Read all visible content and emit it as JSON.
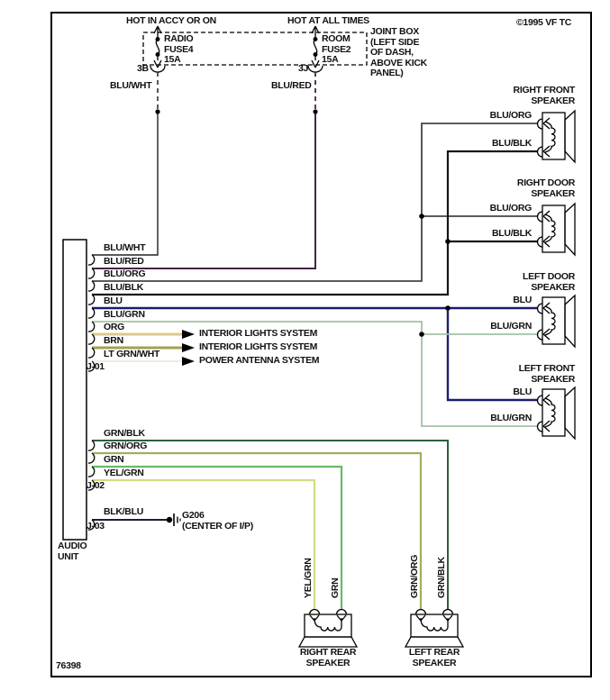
{
  "meta": {
    "copyright": "©1995 VF TC",
    "diagram_number": "76398"
  },
  "power": {
    "hot_left": "HOT IN ACCY OR ON",
    "hot_right": "HOT AT ALL TIMES",
    "joint_box": "JOINT BOX\n(LEFT SIDE\nOF DASH,\nABOVE KICK\nPANEL)",
    "fuse_left": {
      "name": "RADIO\nFUSE4\n15A",
      "terminal": "3B",
      "wire": "BLU/WHT"
    },
    "fuse_right": {
      "name": "ROOM\nFUSE2\n15A",
      "terminal": "3J",
      "wire": "BLU/RED"
    }
  },
  "audio_unit": {
    "label": "AUDIO\nUNIT",
    "j01": {
      "id": "J-01",
      "pins": [
        "BLU/WHT",
        "BLU/RED",
        "BLU/ORG",
        "BLU/BLK",
        "BLU",
        "BLU/GRN",
        "ORG",
        "BRN",
        "LT GRN/WHT"
      ]
    },
    "j02": {
      "id": "J-02",
      "pins": [
        "GRN/BLK",
        "GRN/ORG",
        "GRN",
        "YEL/GRN"
      ]
    },
    "j03": {
      "id": "J-03",
      "pins": [
        "BLK/BLU"
      ]
    }
  },
  "systems": {
    "interior_lights_1": "INTERIOR LIGHTS SYSTEM",
    "interior_lights_2": "INTERIOR LIGHTS SYSTEM",
    "power_antenna": "POWER ANTENNA SYSTEM"
  },
  "ground": {
    "id": "G206",
    "location": "(CENTER OF I/P)"
  },
  "speakers": {
    "right_front": {
      "label": "RIGHT FRONT\nSPEAKER",
      "wire_top": "BLU/ORG",
      "wire_bottom": "BLU/BLK"
    },
    "right_door": {
      "label": "RIGHT DOOR\nSPEAKER",
      "wire_top": "BLU/ORG",
      "wire_bottom": "BLU/BLK"
    },
    "left_door": {
      "label": "LEFT DOOR\nSPEAKER",
      "wire_top": "BLU",
      "wire_bottom": "BLU/GRN"
    },
    "left_front": {
      "label": "LEFT FRONT\nSPEAKER",
      "wire_top": "BLU",
      "wire_bottom": "BLU/GRN"
    },
    "right_rear": {
      "label": "RIGHT REAR\nSPEAKER",
      "wire_left": "YEL/GRN",
      "wire_right": "GRN"
    },
    "left_rear": {
      "label": "LEFT REAR\nSPEAKER",
      "wire_left": "GRN/ORG",
      "wire_right": "GRN/BLK"
    }
  },
  "wire_colors": {
    "blu_wht": "#222222",
    "blu_red": "#452349",
    "blu_org": "#454540",
    "blu_blk": "#15151f",
    "blu": "#1c1c6e",
    "blu_grn": "#a3c2a8",
    "org": "#d9cb8a",
    "brn": "#a79f52",
    "lt_grn_wht": "#e9ecd9",
    "grn_blk": "#306034",
    "grn_org": "#9db05e",
    "grn": "#68ba68",
    "yel_grn": "#d3dc81",
    "blk_blu": "#1d1d30",
    "outline": "#000000"
  }
}
